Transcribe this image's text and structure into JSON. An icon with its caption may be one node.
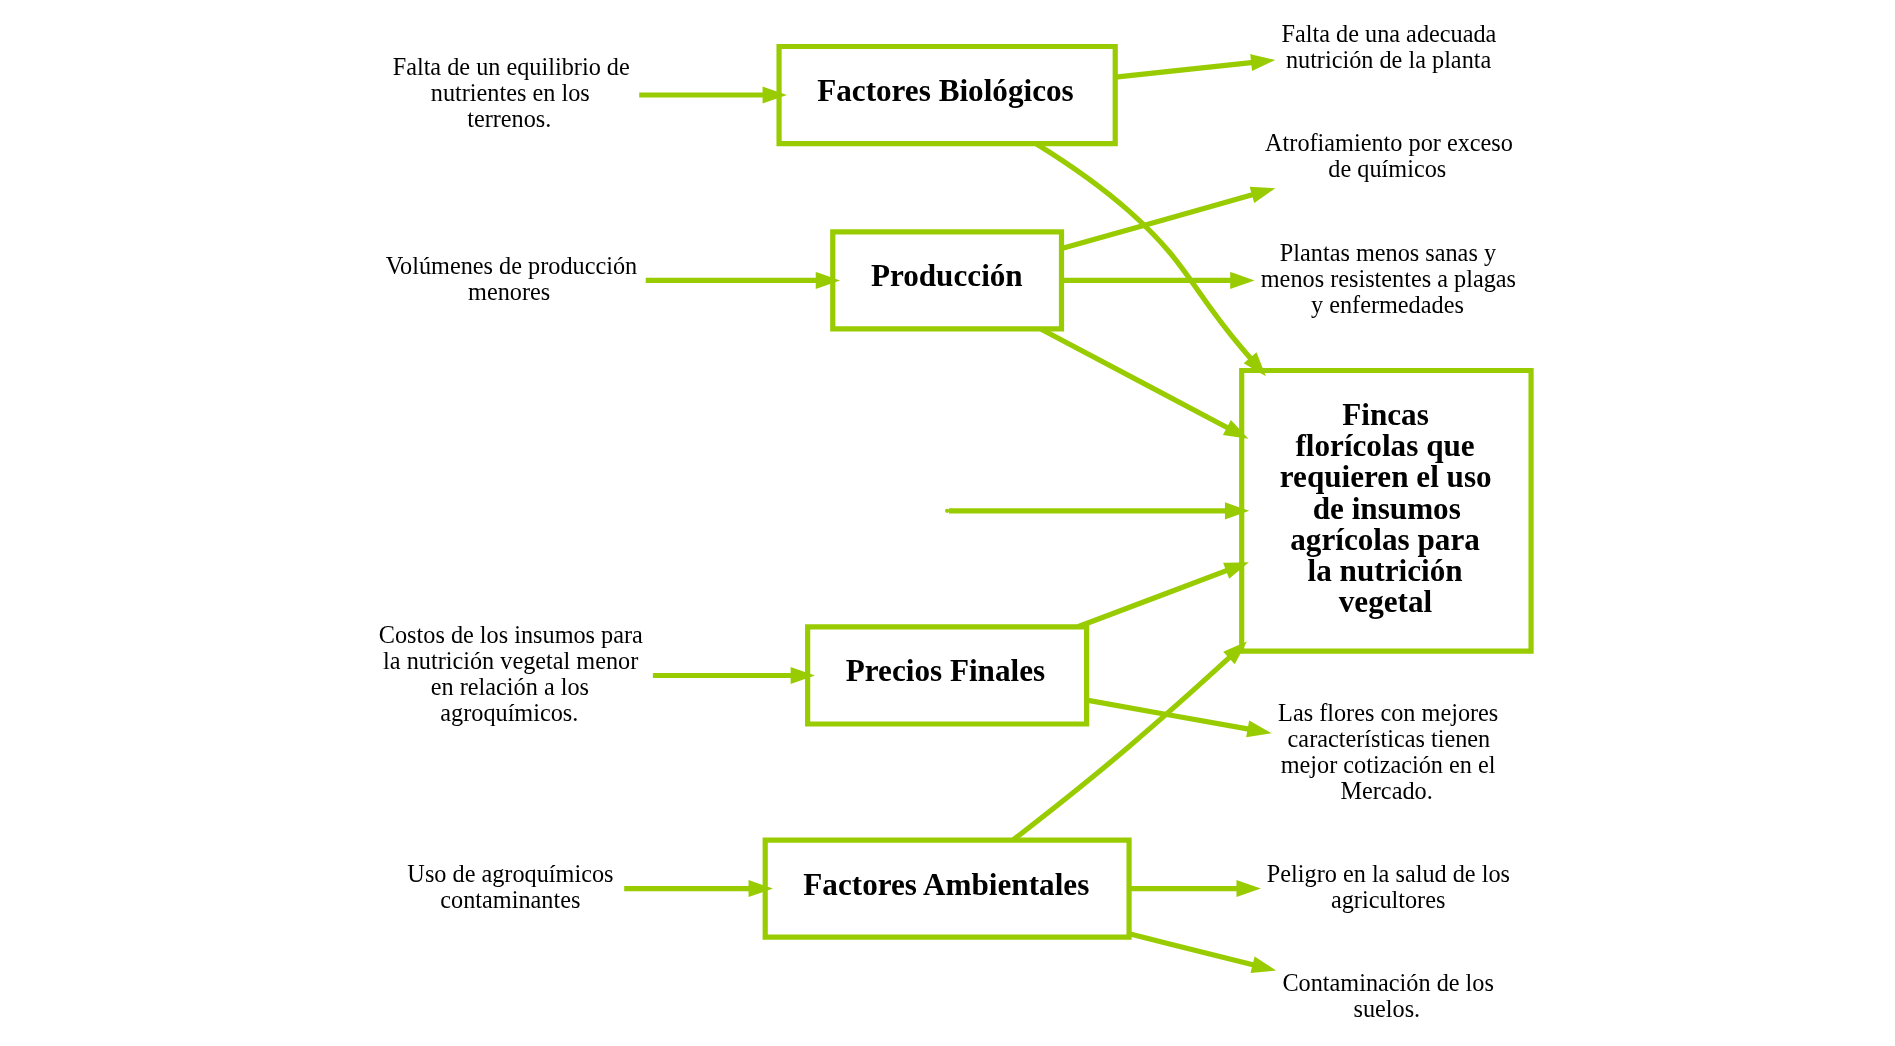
{
  "diagram": {
    "nodes": [
      {
        "text": [
          "Factores Biológicos"
        ]
      },
      {
        "text": [
          "Producción"
        ]
      },
      {
        "text": [
          "Plantas menos sanas y menos resistentes a plagas y enfermedades"
        ]
      },
      {
        "text": [
          "Falta de una adecuada nutrición de la planta"
        ]
      },
      {
        "text": [
          "Volúmenes de producción menores"
        ]
      },
      {
        "text": [
          "Atrofiamiento por exceso de químicos"
        ]
      },
      {
        "text": [
          "Falta de un equilibrio de nutrientes en los terrenos."
        ]
      },
      {
        "text": [
          "Fincas florícolas que requieren el uso de insumos agrícolas para la nutrición vegetal"
        ]
      },
      {
        "text": [
          "Contaminación de los suelos."
        ]
      },
      {
        "text": [
          "Uso de agroquímicos contaminantes"
        ]
      },
      {
        "text": [
          "Costos de los insumos para la nutrición vegetal menor en relación a los agroquímicos."
        ]
      },
      {
        "text": [
          "Peligro en la salud de los agricultores"
        ]
      },
      {
        "text": [
          "Las flores con mejores características tienen mejor cotización en el Mercado."
        ]
      },
      {
        "text": [
          "Factores Ambientales"
        ]
      },
      {
        "text": [
          "Precios Finales"
        ]
      }
    ],
    "edges": [
      {
        "from": null,
        "to": 7,
        "arrow": "to"
      },
      {
        "from": 0,
        "to": 7,
        "arrow": "to"
      },
      {
        "from": 1,
        "to": 7,
        "arrow": "to"
      },
      {
        "from": 13,
        "to": 7,
        "arrow": "to"
      },
      {
        "from": 14,
        "to": 7,
        "arrow": "to"
      },
      {
        "from": 0,
        "to": 3,
        "arrow": "to"
      },
      {
        "from": 6,
        "to": 0,
        "arrow": "to"
      },
      {
        "from": 1,
        "to": 2,
        "arrow": "to"
      },
      {
        "from": 4,
        "to": 1,
        "arrow": "to"
      },
      {
        "from": 1,
        "to": 5,
        "arrow": "to"
      },
      {
        "from": 13,
        "to": 8,
        "arrow": "to"
      },
      {
        "from": 9,
        "to": 13,
        "arrow": "to"
      },
      {
        "from": 13,
        "to": 11,
        "arrow": "to"
      },
      {
        "from": 10,
        "to": 14,
        "arrow": "to"
      },
      {
        "from": 14,
        "to": 12,
        "arrow": "to"
      }
    ]
  }
}
